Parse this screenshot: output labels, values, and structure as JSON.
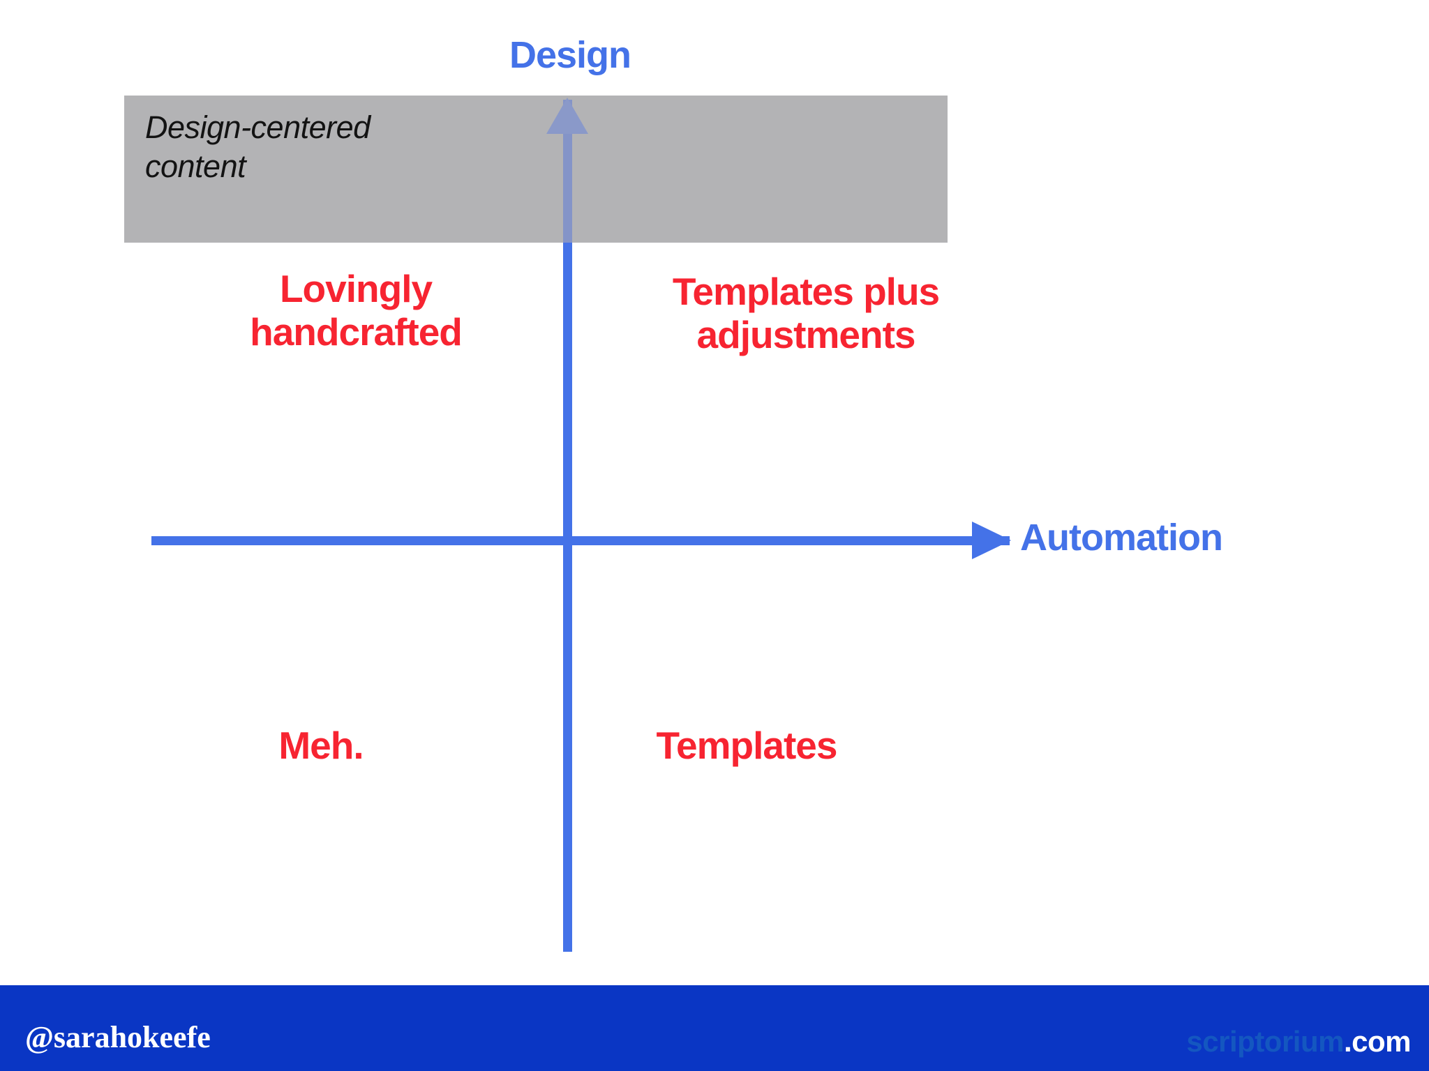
{
  "slide": {
    "background_color": "#ffffff",
    "accent_blue": "#4472e8",
    "label_red": "#f72431",
    "band_gray": "#b3b3b5",
    "footer_blue": "#0a36c4"
  },
  "axes": {
    "y_title": "Design",
    "x_title": "Automation"
  },
  "band": {
    "label": "Design-centered\ncontent"
  },
  "quadrants": [
    {
      "id": "q2",
      "label": "Lovingly\nhandcrafted",
      "position": "top-left"
    },
    {
      "id": "q1",
      "label": "Templates plus\nadjustments",
      "position": "top-right"
    },
    {
      "id": "q3",
      "label": "Meh.",
      "position": "bottom-left"
    },
    {
      "id": "q4",
      "label": "Templates",
      "position": "bottom-right"
    }
  ],
  "footer": {
    "handle": "@sarahokeefe",
    "logo_brand": "scriptorium",
    "logo_tld": ".com"
  },
  "chart_data": {
    "type": "scatter",
    "title": "",
    "subtitle": "",
    "xlabel": "Automation",
    "ylabel": "Design",
    "grid": false,
    "legend": "none",
    "xlim": [
      -1,
      1
    ],
    "ylim": [
      -1,
      1
    ],
    "annotations": [
      {
        "text": "Lovingly handcrafted",
        "quadrant": "top-left",
        "x": -0.5,
        "y": 0.55,
        "color": "#f72431"
      },
      {
        "text": "Templates plus adjustments",
        "quadrant": "top-right",
        "x": 0.5,
        "y": 0.55,
        "color": "#f72431"
      },
      {
        "text": "Meh.",
        "quadrant": "bottom-left",
        "x": -0.5,
        "y": -0.45,
        "color": "#f72431"
      },
      {
        "text": "Templates",
        "quadrant": "bottom-right",
        "x": 0.5,
        "y": -0.45,
        "color": "#f72431"
      },
      {
        "text": "Design-centered content",
        "quadrant": "top-band",
        "x": -0.85,
        "y": 0.92,
        "color": "#131313"
      }
    ],
    "regions": [
      {
        "label": "Design-centered content",
        "x_range": [
          -1,
          1
        ],
        "y_range": [
          0.76,
          1.0
        ],
        "color": "#b3b3b5"
      }
    ]
  }
}
